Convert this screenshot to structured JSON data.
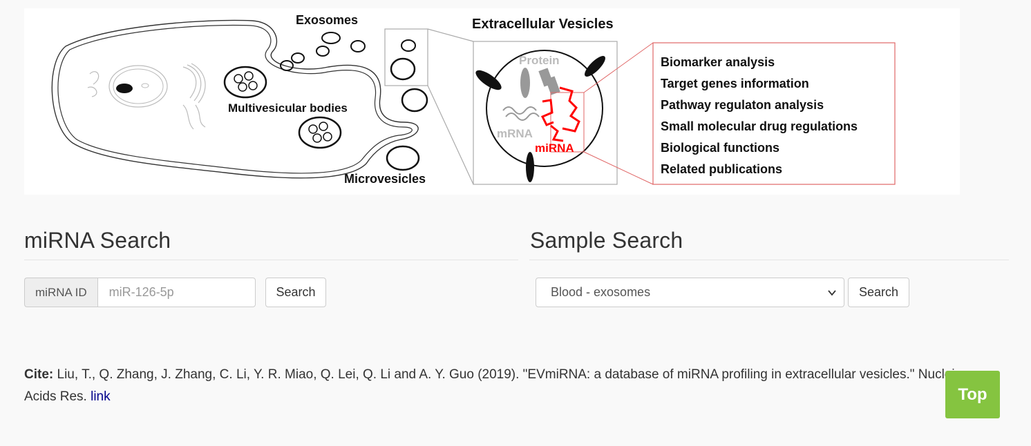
{
  "banner": {
    "labels": {
      "exosomes": "Exosomes",
      "multivesicular": "Multivesicular bodies",
      "microvesicles": "Microvesicles",
      "ev_title": "Extracellular Vesicles",
      "protein": "Protein",
      "mrna": "mRNA",
      "mirna": "miRNA"
    },
    "features": [
      "Biomarker analysis",
      "Target genes information",
      "Pathway regulaton analysis",
      "Small molecular drug regulations",
      "Biological functions",
      "Related publications"
    ],
    "accent_color": "#ff0000"
  },
  "mirna_search": {
    "title": "miRNA Search",
    "addon_label": "miRNA ID",
    "placeholder": "miR-126-5p",
    "value": "",
    "button_label": "Search"
  },
  "sample_search": {
    "title": "Sample Search",
    "selected": "Blood - exosomes",
    "button_label": "Search"
  },
  "cite": {
    "label": "Cite:",
    "text": " Liu, T., Q. Zhang, J. Zhang, C. Li, Y. R. Miao, Q. Lei, Q. Li and A. Y. Guo (2019). \"EVmiRNA: a database of miRNA profiling in extracellular vesicles.\" Nucleic Acids Res. ",
    "link_text": "link"
  },
  "top_button": {
    "label": "Top",
    "color": "#85c440"
  }
}
